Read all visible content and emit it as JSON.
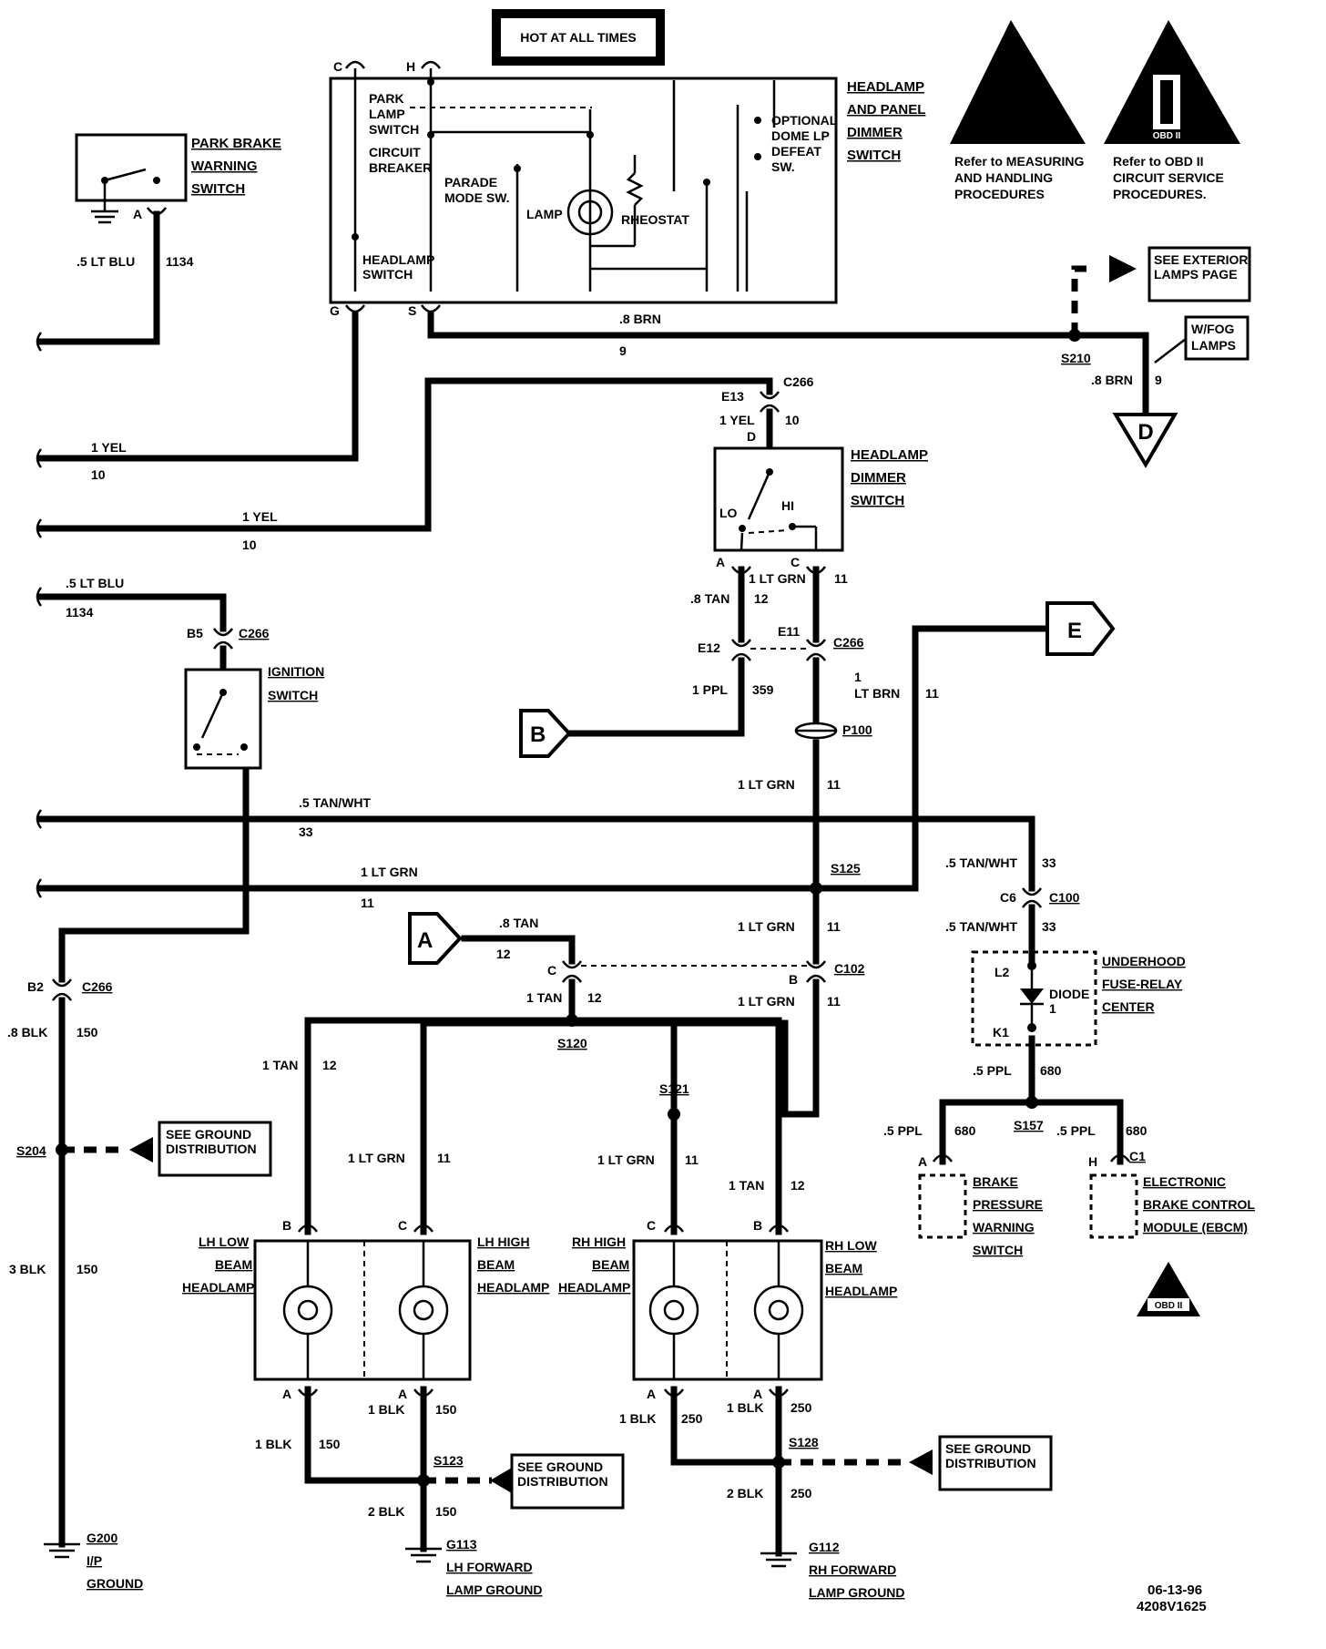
{
  "hot_label": "HOT AT ALL TIMES",
  "warnings": {
    "esd_text": [
      "Refer to MEASURING",
      "AND HANDLING",
      "PROCEDURES"
    ],
    "obd_text": [
      "Refer to OBD II",
      "CIRCUIT SERVICE",
      "PROCEDURES."
    ],
    "obd_icon": "OBD II",
    "obd_small_icon": "OBD II"
  },
  "components": {
    "headlamp_switch": [
      "HEADLAMP",
      "AND PANEL",
      "DIMMER",
      "SWITCH"
    ],
    "park_lamp_switch": [
      "PARK",
      "LAMP",
      "SWITCH"
    ],
    "circuit_breaker": [
      "CIRCUIT",
      "BREAKER"
    ],
    "parade_mode": [
      "PARADE",
      "MODE SW."
    ],
    "lamp": "LAMP",
    "rheostat": "RHEOSTAT",
    "optional_dome": [
      "OPTIONAL",
      "DOME LP",
      "DEFEAT",
      "SW."
    ],
    "headlamp_sw_inner": [
      "HEADLAMP",
      "SWITCH"
    ],
    "park_brake": [
      "PARK BRAKE",
      "WARNING",
      "SWITCH"
    ],
    "dimmer_switch": [
      "HEADLAMP",
      "DIMMER",
      "SWITCH"
    ],
    "ignition_switch": [
      "IGNITION",
      "SWITCH"
    ],
    "underhood": [
      "UNDERHOOD",
      "FUSE-RELAY",
      "CENTER"
    ],
    "diode": [
      "DIODE",
      "1"
    ],
    "brake_pressure": [
      "BRAKE",
      "PRESSURE",
      "WARNING",
      "SWITCH"
    ],
    "ebcm": [
      "ELECTRONIC",
      "BRAKE CONTROL",
      "MODULE (EBCM)"
    ],
    "lh_low": [
      "LH LOW",
      "BEAM",
      "HEADLAMP"
    ],
    "lh_high": [
      "LH HIGH",
      "BEAM",
      "HEADLAMP"
    ],
    "rh_high": [
      "RH HIGH",
      "BEAM",
      "HEADLAMP"
    ],
    "rh_low": [
      "RH LOW",
      "BEAM",
      "HEADLAMP"
    ],
    "see_exterior": [
      "SEE EXTERIOR",
      "LAMPS PAGE"
    ],
    "wfog": [
      "W/FOG",
      "LAMPS"
    ],
    "see_ground": [
      "SEE GROUND",
      "DISTRIBUTION"
    ],
    "g200": [
      "G200",
      "I/P",
      "GROUND"
    ],
    "g113": [
      "G113",
      "LH FORWARD",
      "LAMP GROUND"
    ],
    "g112": [
      "G112",
      "RH FORWARD",
      "LAMP GROUND"
    ],
    "lo": "LO",
    "hi": "HI",
    "l2": "L2",
    "k1": "K1"
  },
  "offpage": {
    "d": "D",
    "e": "E",
    "b": "B",
    "a": "A"
  },
  "splices": {
    "s210": "S210",
    "s125": "S125",
    "s120": "S120",
    "s121": "S121",
    "s204": "S204",
    "s157": "S157",
    "s123": "S123",
    "s128": "S128"
  },
  "connectors": {
    "c266": "C266",
    "c100": "C100",
    "c102": "C102",
    "p100": "P100",
    "sw_c": "C",
    "sw_h": "H",
    "sw_g": "G",
    "sw_s": "S",
    "pb_a": "A",
    "e13": "E13",
    "dim_d": "D",
    "dim_a": "A",
    "dim_c": "C",
    "e12": "E12",
    "e11": "E11",
    "b5": "B5",
    "b2": "B2",
    "c6": "C6",
    "conn_c": "C",
    "conn_b": "B",
    "brake_a": "A",
    "ebcm_h": "H",
    "ebcm_c1": "C1",
    "lhl_b": "B",
    "lhh_c": "C",
    "rhh_c": "C",
    "rhl_b": "B",
    "lhl_a": "A",
    "lhh_a": "A",
    "rhh_a": "A",
    "rhl_a": "A"
  },
  "wires": {
    "lt_blu_1134": [
      ".5 LT BLU",
      "1134"
    ],
    "brn_9": [
      ".8 BRN",
      "9"
    ],
    "brn_9_fog": [
      ".8 BRN",
      "9"
    ],
    "yel_10_a": [
      "1 YEL",
      "10"
    ],
    "yel_10_b": [
      "1 YEL",
      "10"
    ],
    "yel_10_c": [
      "1 YEL",
      "10"
    ],
    "lt_blu_1134_b": [
      ".5 LT BLU",
      "1134"
    ],
    "tan_12_dim": [
      ".8 TAN",
      "12"
    ],
    "ltgrn_11_dim": [
      "1 LT GRN",
      "11"
    ],
    "ppl_359": [
      "1 PPL",
      "359"
    ],
    "ltbrn_11": [
      "1",
      "LT BRN",
      "11"
    ],
    "ltgrn_11_p100": [
      "1 LT GRN",
      "11"
    ],
    "tanwht_33": [
      ".5 TAN/WHT",
      "33"
    ],
    "ltgrn_11_main": [
      "1 LT GRN",
      "11"
    ],
    "tanwht_33_b": [
      ".5 TAN/WHT",
      "33"
    ],
    "tanwht_33_c": [
      ".5 TAN/WHT",
      "33"
    ],
    "ltgrn_11_c102": [
      "1 LT GRN",
      "11"
    ],
    "ltgrn_11_c102b": [
      "1 LT GRN",
      "11"
    ],
    "tan_12_a": [
      ".8 TAN",
      "12"
    ],
    "tan_12_c": [
      "1 TAN",
      "12"
    ],
    "blk_150_b2": [
      ".8 BLK",
      "150"
    ],
    "ppl_680": [
      ".5 PPL",
      "680"
    ],
    "ppl_680_a": [
      ".5 PPL",
      "680"
    ],
    "ppl_680_b": [
      ".5 PPL",
      "680"
    ],
    "tan_12_lhl": [
      "1 TAN",
      "12"
    ],
    "ltgrn_11_lhh": [
      "1 LT GRN",
      "11"
    ],
    "ltgrn_11_rhh": [
      "1 LT GRN",
      "11"
    ],
    "tan_12_rhl": [
      "1 TAN",
      "12"
    ],
    "blk_150_3": [
      "3 BLK",
      "150"
    ],
    "blk_150_lhh": [
      "1 BLK",
      "150"
    ],
    "blk_150_lhl": [
      "1 BLK",
      "150"
    ],
    "blk_150_2": [
      "2 BLK",
      "150"
    ],
    "blk_250_rhh": [
      "1 BLK",
      "250"
    ],
    "blk_250_rhl": [
      "1 BLK",
      "250"
    ],
    "blk_250_2": [
      "2 BLK",
      "250"
    ]
  },
  "footer": {
    "date": "06-13-96",
    "code": "4208V1625"
  }
}
